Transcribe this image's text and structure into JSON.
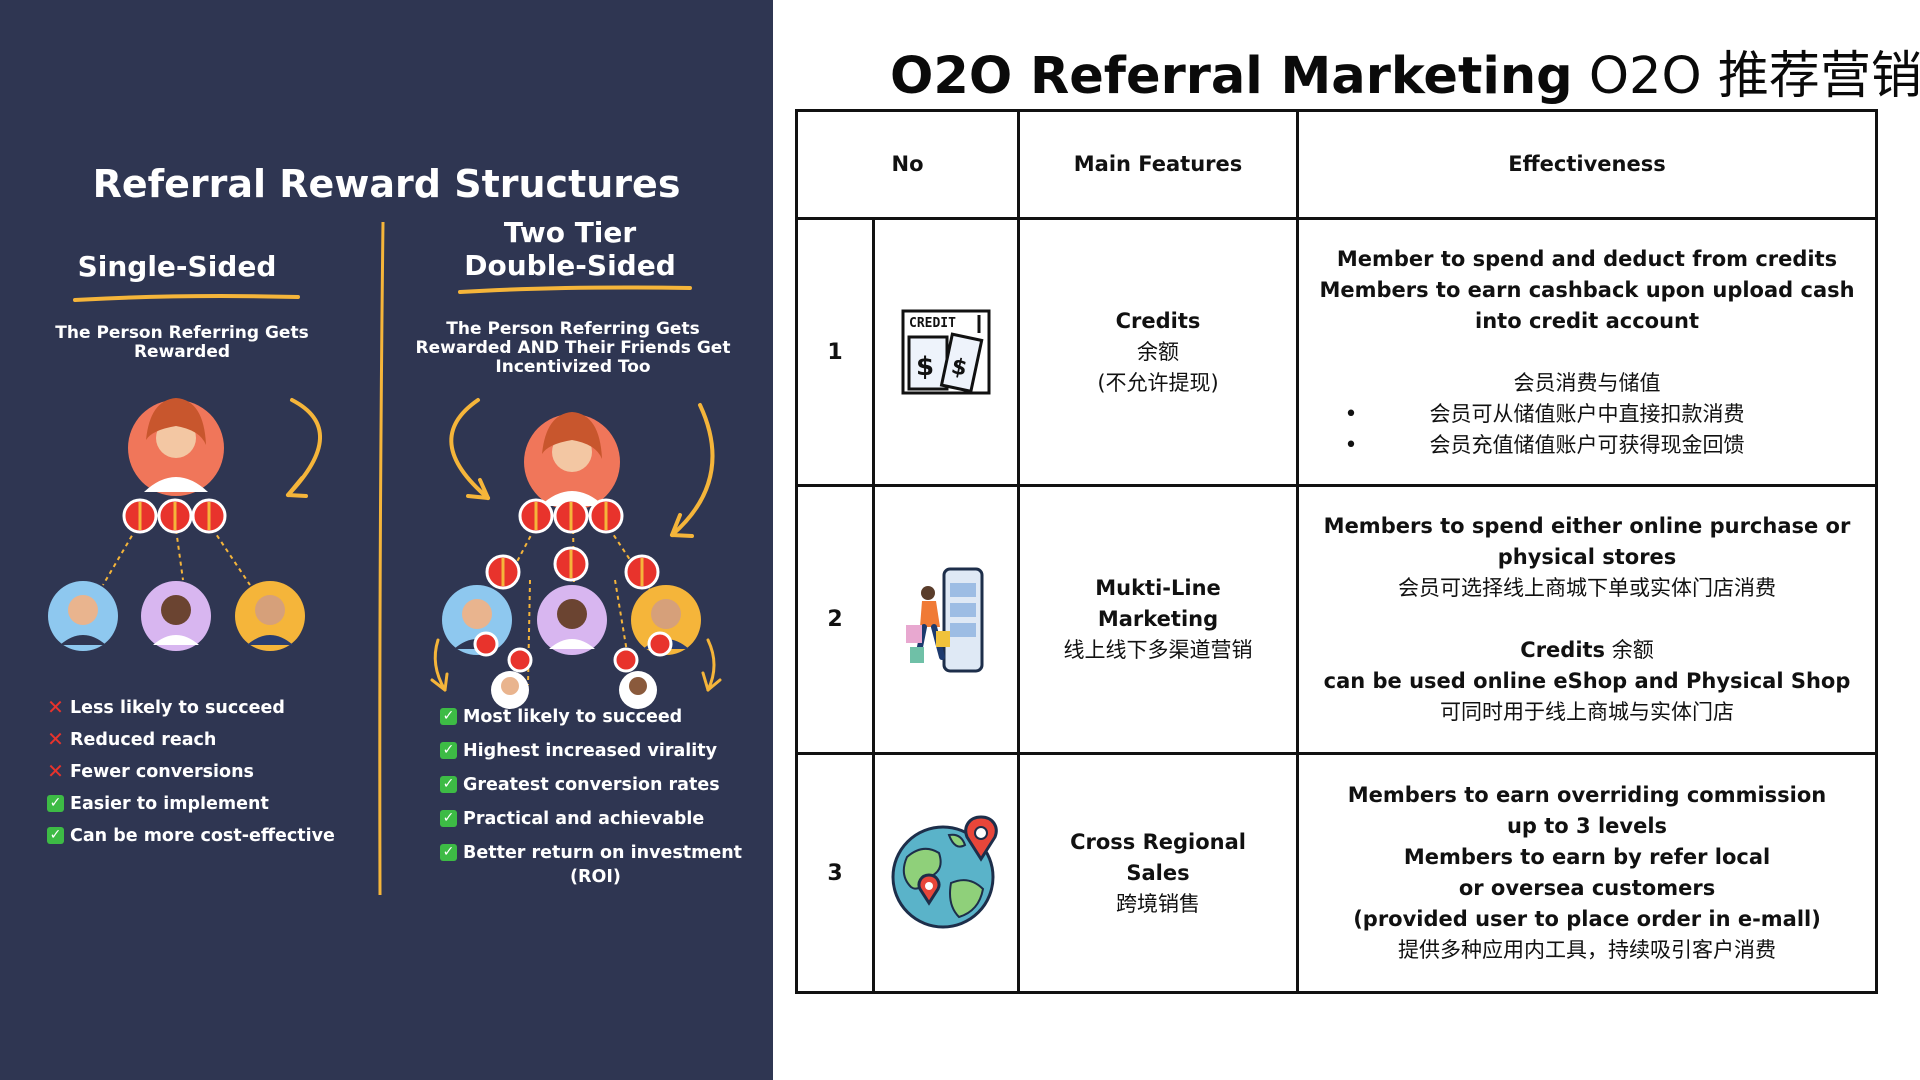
{
  "left_panel": {
    "title": "Referral Reward Structures",
    "single": {
      "title": "Single-Sided",
      "subtitle_line1": "The Person Referring Gets",
      "subtitle_line2": "Rewarded",
      "points": [
        {
          "type": "cross",
          "text": "Less likely to succeed"
        },
        {
          "type": "cross",
          "text": "Reduced reach"
        },
        {
          "type": "cross",
          "text": "Fewer conversions"
        },
        {
          "type": "check",
          "text": "Easier to implement"
        },
        {
          "type": "check",
          "text": "Can be more cost-effective"
        }
      ]
    },
    "double": {
      "title_line1": "Two Tier",
      "title_line2": "Double-Sided",
      "subtitle_line1": "The Person Referring Gets",
      "subtitle_line2": "Rewarded AND Their Friends Get",
      "subtitle_line3": "Incentivized Too",
      "points": [
        {
          "type": "check",
          "text": "Most likely to succeed"
        },
        {
          "type": "check",
          "text": "Highest increased virality"
        },
        {
          "type": "check",
          "text": "Greatest conversion rates"
        },
        {
          "type": "check",
          "text": "Practical and achievable"
        },
        {
          "type": "check",
          "text": "Better return on investment"
        }
      ],
      "roi_text": "(ROI)"
    },
    "colors": {
      "background": "#2f3652",
      "accent": "#f5b53a",
      "check": "#3dbb45",
      "cross": "#e8332c"
    }
  },
  "header": {
    "title_en": "O2O Referral Marketing",
    "title_cn": "O2O 推荐营销"
  },
  "table": {
    "headers": {
      "no": "No",
      "features": "Main Features",
      "effectiveness": "Effectiveness"
    },
    "rows": [
      {
        "no": "1",
        "icon": "credit-card-icon",
        "icon_label": "CREDIT",
        "feature_en": "Credits",
        "feature_cn": "余额",
        "feature_note": "(不允许提现)",
        "eff_lines_bold": [
          "Member to spend and deduct from credits",
          "Members to earn cashback upon upload cash",
          "into credit account"
        ],
        "eff_cn_title": "会员消费与储值",
        "eff_cn_bullets": [
          "会员可从储值账户中直接扣款消费",
          "会员充值储值账户可获得现金回馈"
        ]
      },
      {
        "no": "2",
        "icon": "mobile-shopping-icon",
        "feature_en_line1": "Mukti-Line",
        "feature_en_line2": "Marketing",
        "feature_cn": "线上线下多渠道营销",
        "eff_line1": "Members to spend either online purchase or",
        "eff_line2": "physical stores",
        "eff_cn1": "会员可选择线上商城下单或实体门店消费",
        "eff_credits_en": "Credits",
        "eff_credits_cn": "余额",
        "eff_line4": "can be used online eShop and Physical Shop",
        "eff_cn2": "可同时用于线上商城与实体门店"
      },
      {
        "no": "3",
        "icon": "globe-pin-icon",
        "feature_en_line1": "Cross Regional",
        "feature_en_line2": "Sales",
        "feature_cn": "跨境销售",
        "eff_line1": "Members to earn overriding commission",
        "eff_line2": "up to 3 levels",
        "eff_line3": "Members to earn by refer local",
        "eff_line4": "or oversea customers",
        "eff_line5": "(provided user to place order in e-mall)",
        "eff_cn": "提供多种应用内工具，持续吸引客户消费"
      }
    ]
  }
}
